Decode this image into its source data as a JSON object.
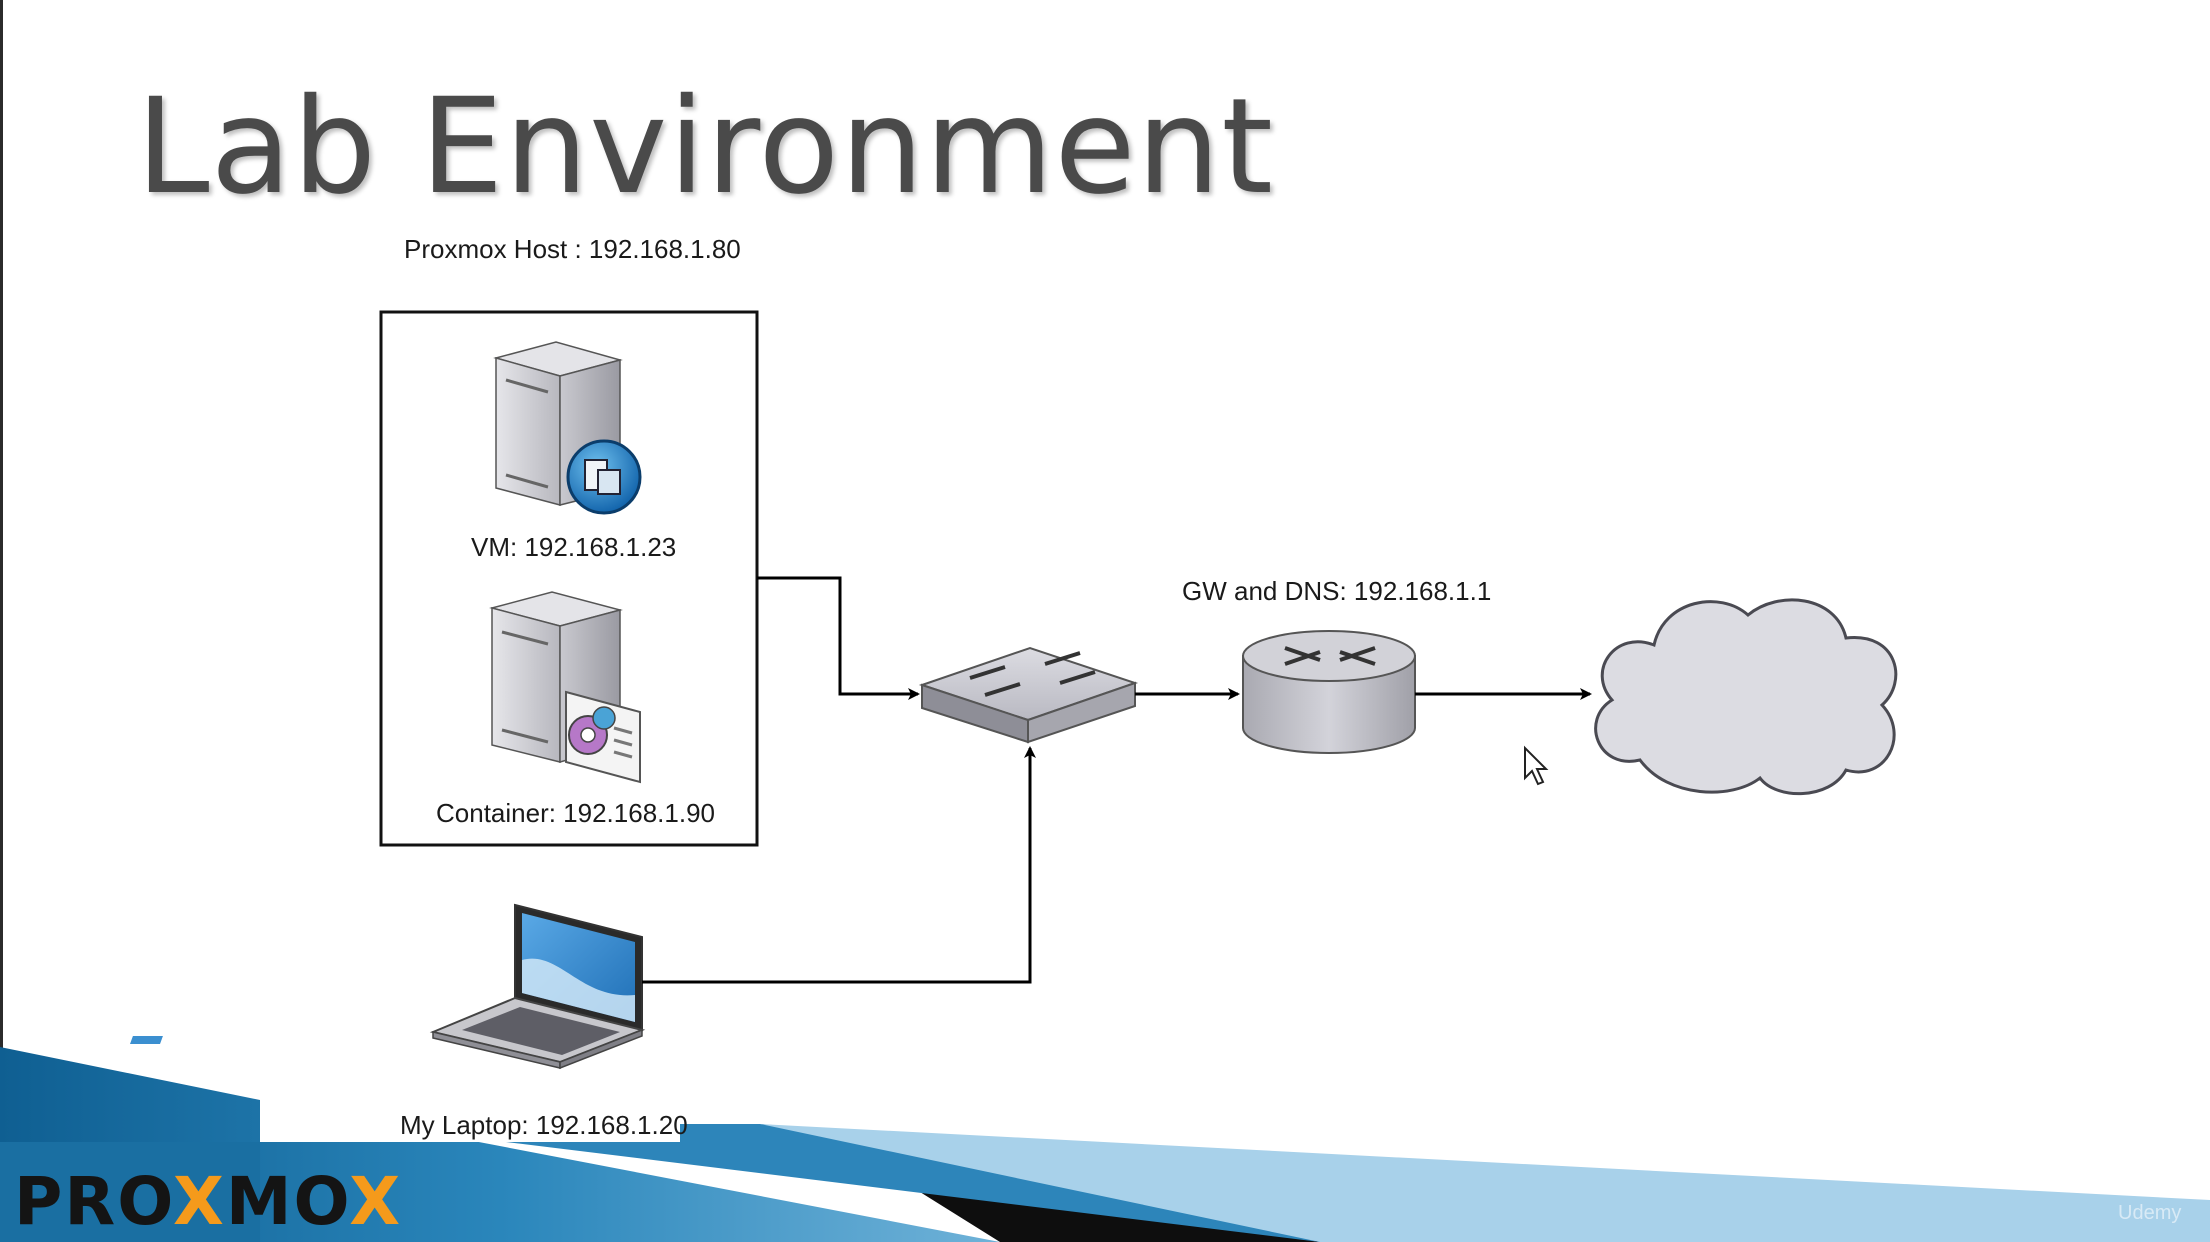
{
  "slide": {
    "title": "Lab Environment"
  },
  "diagram": {
    "host_label": "Proxmox Host : 192.168.1.80",
    "vm_label": "VM: 192.168.1.23",
    "container_label": "Container: 192.168.1.90",
    "laptop_label": "My Laptop: 192.168.1.20",
    "gateway_label": "GW and DNS: 192.168.1.1"
  },
  "branding": {
    "logo_prefix": "PRO",
    "logo_x1": "X",
    "logo_mid": "MO",
    "logo_x2": "X",
    "logo_color_accent": "#f59a1b",
    "watermark": "Udemy"
  },
  "colors": {
    "title": "#4a4a4a",
    "banner_blue": "#1b6fa0",
    "laptop_screen": "#3b8fd0"
  }
}
